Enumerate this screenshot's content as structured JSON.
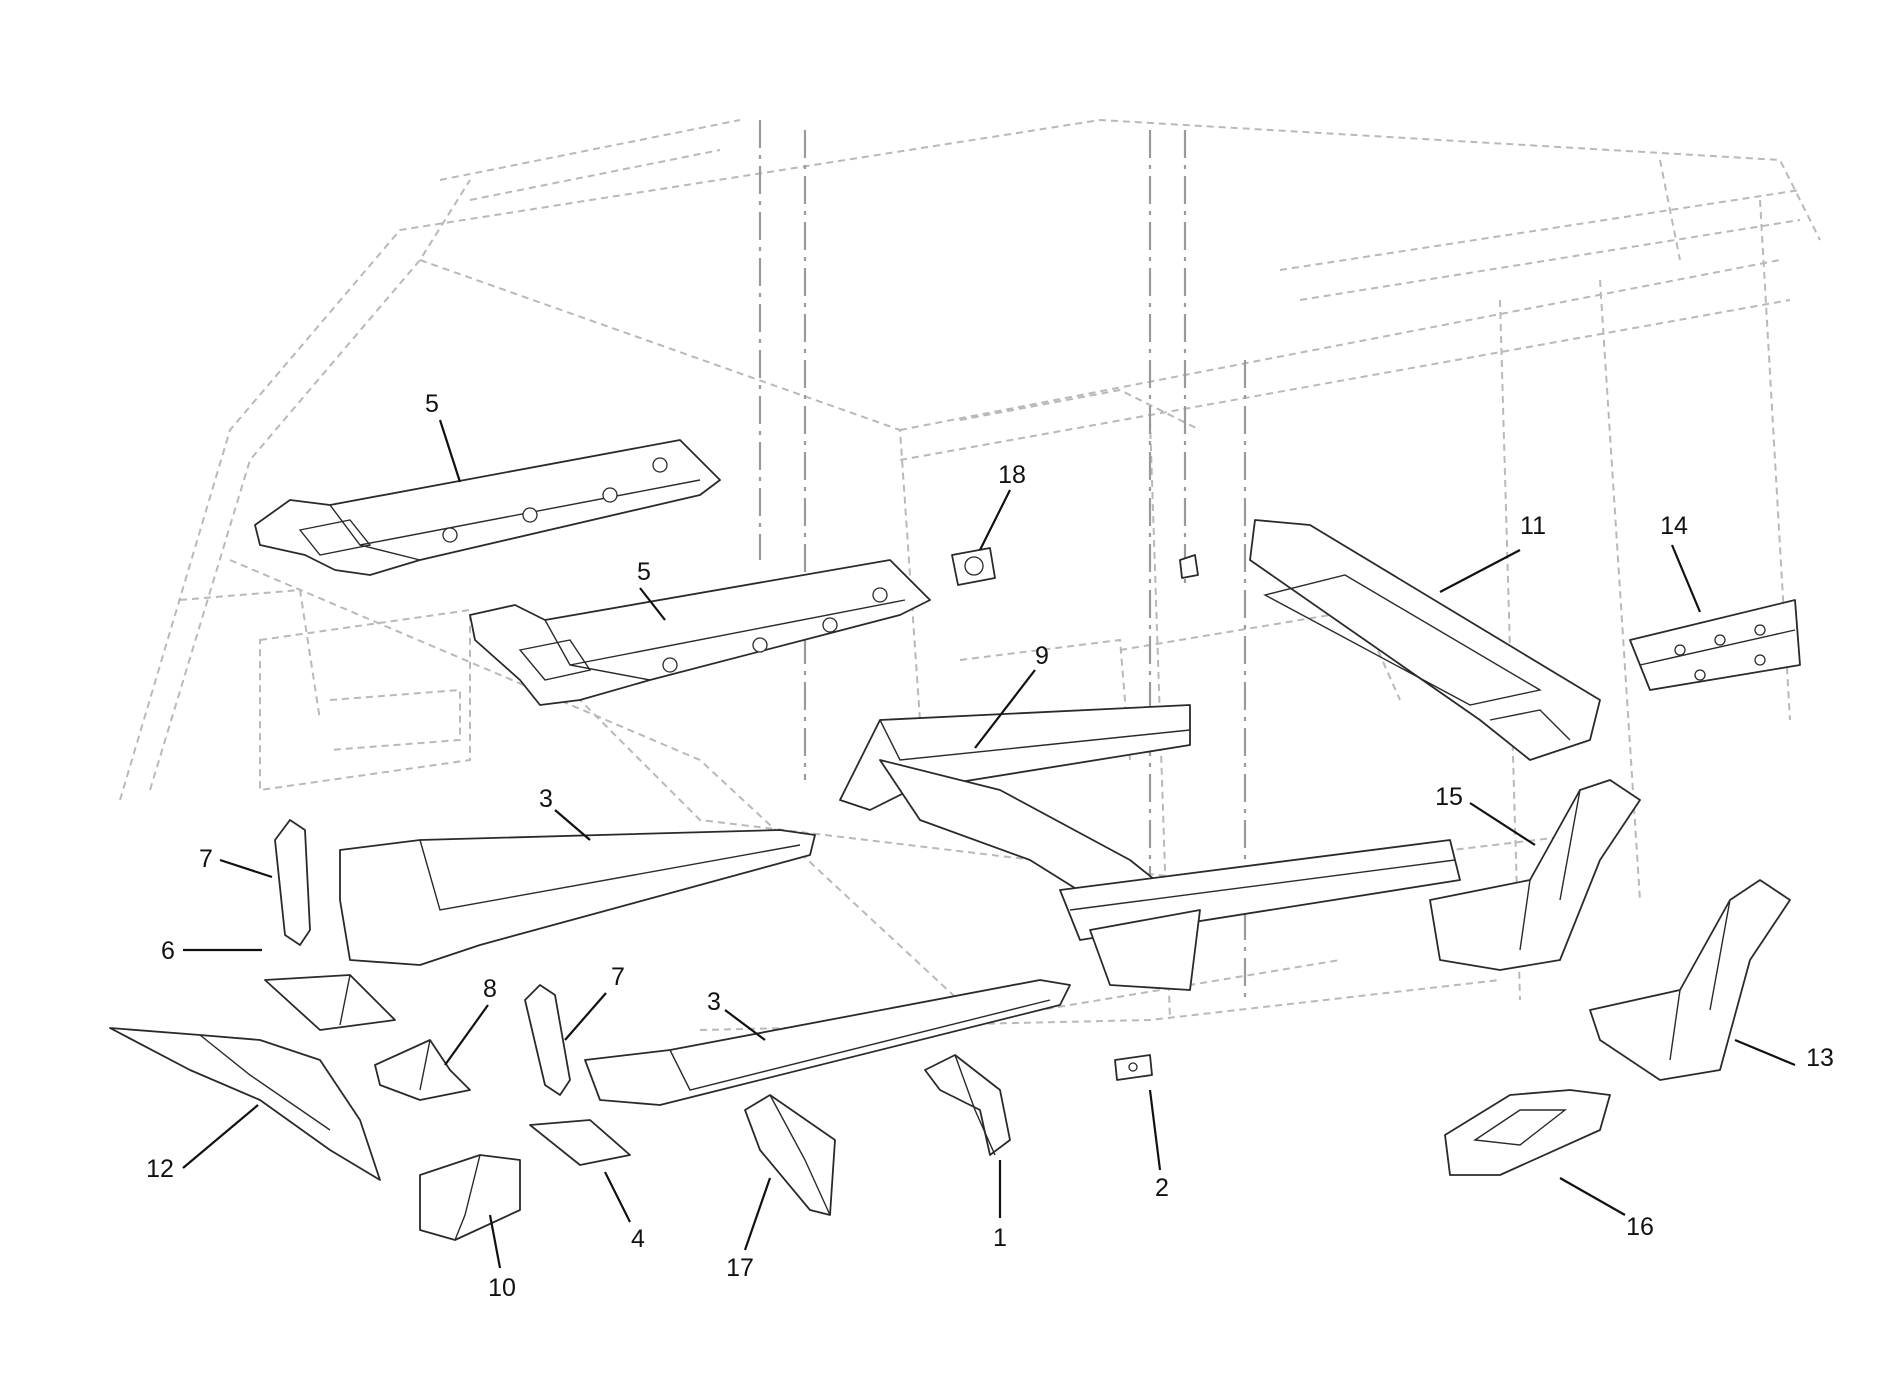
{
  "diagram": {
    "colors": {
      "part_stroke": "#2a2a2a",
      "ghost_stroke": "#b9b9b9",
      "background": "#ffffff"
    },
    "callouts": [
      {
        "id": "c5a",
        "label": "5"
      },
      {
        "id": "c5b",
        "label": "5"
      },
      {
        "id": "c18",
        "label": "18"
      },
      {
        "id": "c11",
        "label": "11"
      },
      {
        "id": "c14",
        "label": "14"
      },
      {
        "id": "c9",
        "label": "9"
      },
      {
        "id": "c15",
        "label": "15"
      },
      {
        "id": "c3a",
        "label": "3"
      },
      {
        "id": "c7a",
        "label": "7"
      },
      {
        "id": "c6",
        "label": "6"
      },
      {
        "id": "c8",
        "label": "8"
      },
      {
        "id": "c7b",
        "label": "7"
      },
      {
        "id": "c3b",
        "label": "3"
      },
      {
        "id": "c13",
        "label": "13"
      },
      {
        "id": "c12",
        "label": "12"
      },
      {
        "id": "c2",
        "label": "2"
      },
      {
        "id": "c1",
        "label": "1"
      },
      {
        "id": "c4",
        "label": "4"
      },
      {
        "id": "c17",
        "label": "17"
      },
      {
        "id": "c10",
        "label": "10"
      },
      {
        "id": "c16",
        "label": "16"
      }
    ]
  }
}
